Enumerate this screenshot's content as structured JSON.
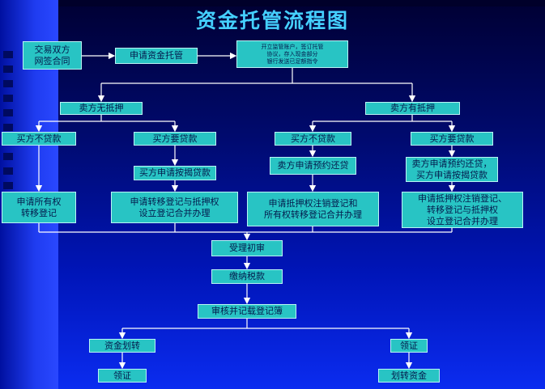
{
  "title": "资金托管流程图",
  "nodes": {
    "contract": "交易双方\n网签合同",
    "apply_custody": "申请资金托管",
    "open_account": "开立监管账户，签订托管\n协议，存入现金部分\n银行发送已足额指令",
    "seller_no_mortgage": "卖方无抵押",
    "seller_mortgage": "卖方有抵押",
    "buyer_no_loan_1": "买方不贷款",
    "buyer_loan_1": "买方要贷款",
    "buyer_no_loan_2": "买方不贷款",
    "buyer_loan_2": "买方要贷款",
    "apply_mortgage_loan_1": "买方申请按揭贷款",
    "apply_prepay": "卖方申请预约还贷",
    "apply_prepay_and_loan": "卖方申请预约还贷，\n买方申请按揭贷款",
    "transfer_registration": "申请所有权\n转移登记",
    "transfer_and_mortgage": "申请转移登记与抵押权\n设立登记合并办理",
    "cancel_and_transfer": "申请抵押权注销登记和\n所有权转移登记合并办理",
    "cancel_transfer_mortgage": "申请抵押权注销登记、\n转移登记与抵押权\n设立登记合并办理",
    "accept_review": "受理初审",
    "pay_tax": "缴纳税款",
    "audit_register": "审核并记载登记簿",
    "fund_transfer": "资金划转",
    "get_certificate_right": "领证",
    "get_certificate_left": "领证",
    "transfer_funds": "划转资金"
  },
  "colors": {
    "box_fill": "#28c4c4",
    "box_border": "#b9f4f4",
    "text": "#041a4c",
    "title": "#45d0ff",
    "connector": "#ffffff"
  }
}
